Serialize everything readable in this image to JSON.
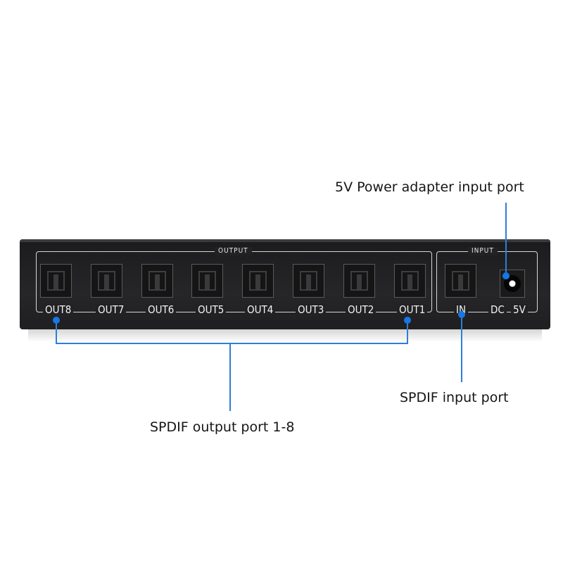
{
  "device": {
    "output_group_label": "OUTPUT",
    "input_group_label": "INPUT",
    "outputs": [
      "OUT8",
      "OUT7",
      "OUT6",
      "OUT5",
      "OUT4",
      "OUT3",
      "OUT2",
      "OUT1"
    ],
    "input_port_label": "IN",
    "dc_label": "DC",
    "voltage_label": "5V"
  },
  "callouts": {
    "power": "5V Power adapter input port",
    "spdif_input": "SPDIF input port",
    "spdif_output": "SPDIF output port 1-8"
  },
  "colors": {
    "callout": "#2d7fd6",
    "chassis": "#222224"
  }
}
